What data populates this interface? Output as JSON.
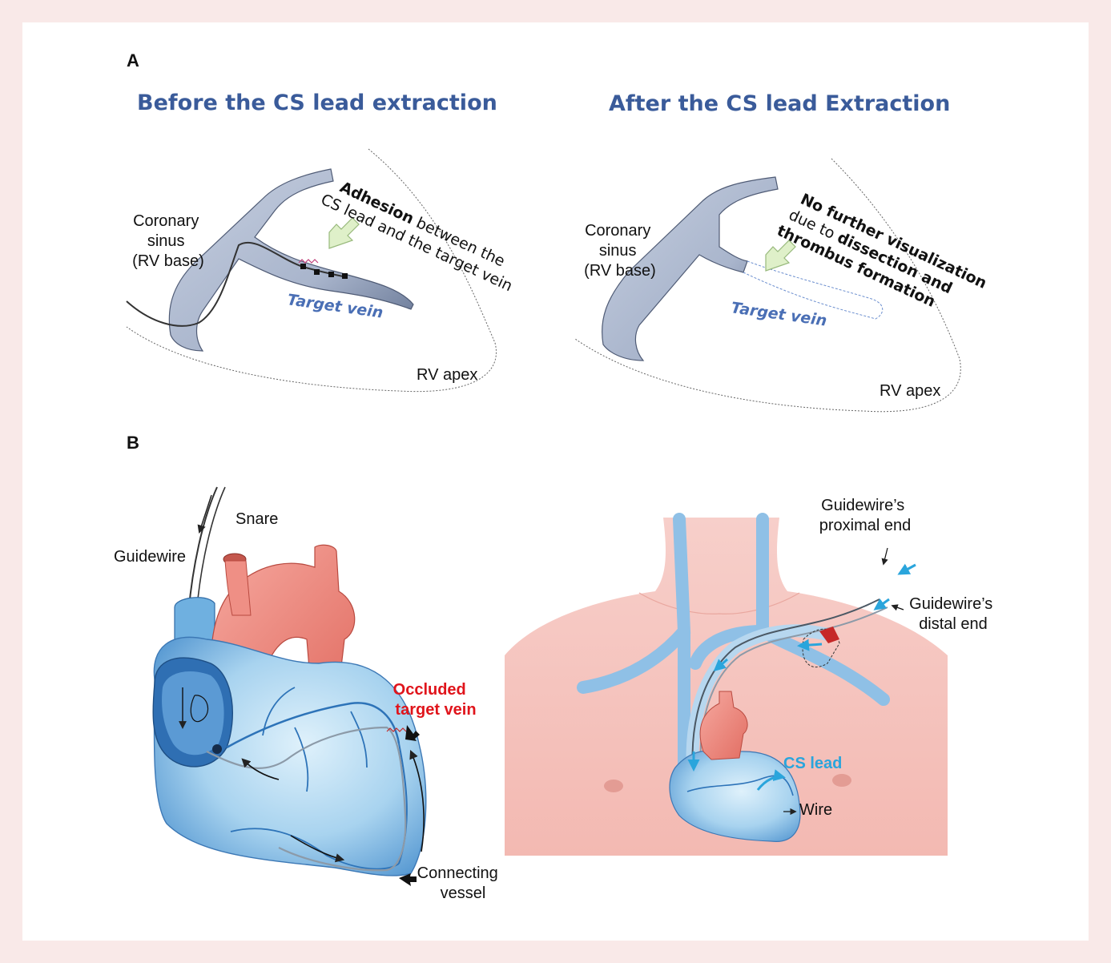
{
  "panel_a": {
    "letter": "A",
    "before": {
      "title": "Before the CS lead extraction",
      "coronary_sinus": [
        "Coronary",
        "sinus",
        "(RV base)"
      ],
      "note_bold": "Adhesion",
      "note_line1_rest": " between the",
      "note_line2": "CS lead and the target vein",
      "target_vein": "Target vein",
      "rv_apex": "RV apex"
    },
    "after": {
      "title": "After the CS lead Extraction",
      "coronary_sinus": [
        "Coronary",
        "sinus",
        "(RV base)"
      ],
      "note_line1": "No further visualization",
      "note_line2_plain": "due to ",
      "note_line2_bold": "dissection and",
      "note_line3": "thrombus formation",
      "target_vein": "Target vein",
      "rv_apex": "RV apex"
    }
  },
  "panel_b": {
    "letter": "B",
    "heart": {
      "snare": "Snare",
      "guidewire": "Guidewire",
      "occluded": [
        "Occluded",
        "target vein"
      ],
      "connecting": [
        "Connecting",
        "vessel"
      ]
    },
    "torso": {
      "proximal": [
        "Guidewire’s",
        "proximal end"
      ],
      "distal": [
        "Guidewire’s",
        "distal end"
      ],
      "cs_lead": "CS lead",
      "wire": "Wire"
    }
  },
  "colors": {
    "title_blue": "#3a5b9a",
    "vein_blue": "#4a6fb5",
    "red_label": "#e0141b",
    "cs_lead_blue": "#2aa5dc",
    "background": "#f9e9e8"
  }
}
